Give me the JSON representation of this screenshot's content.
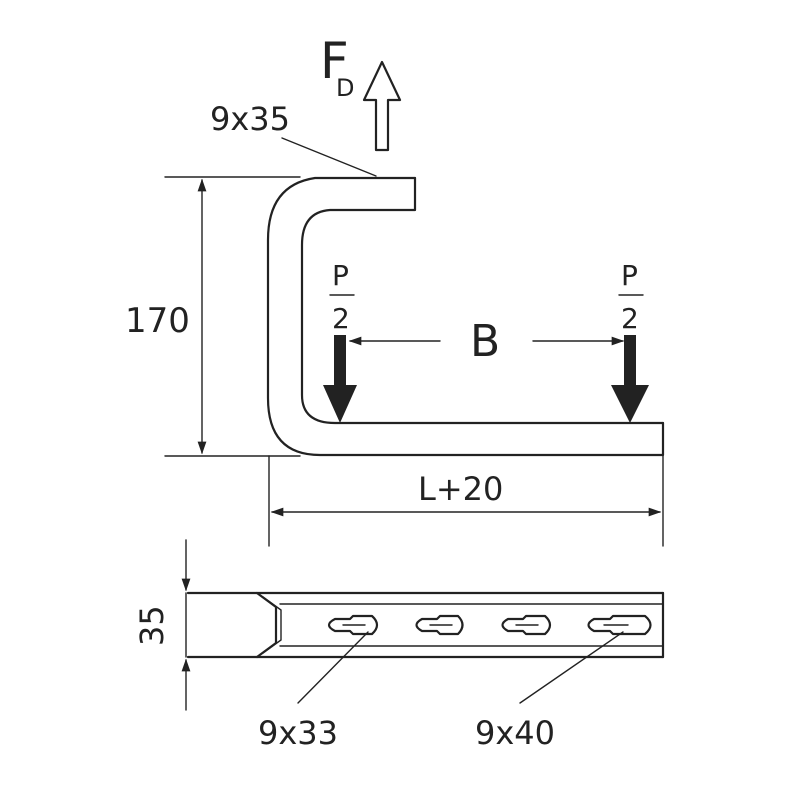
{
  "labels": {
    "force_main": "F",
    "force_sub": "D",
    "top_flange": "9x35",
    "height": "170",
    "load_numerator_left": "P",
    "load_denominator_left": "2",
    "load_numerator_right": "P",
    "load_denominator_right": "2",
    "spacing": "B",
    "length": "L+20",
    "width": "35",
    "slot_left": "9x33",
    "slot_right": "9x40"
  },
  "colors": {
    "line": "#222222",
    "background": "#ffffff"
  }
}
